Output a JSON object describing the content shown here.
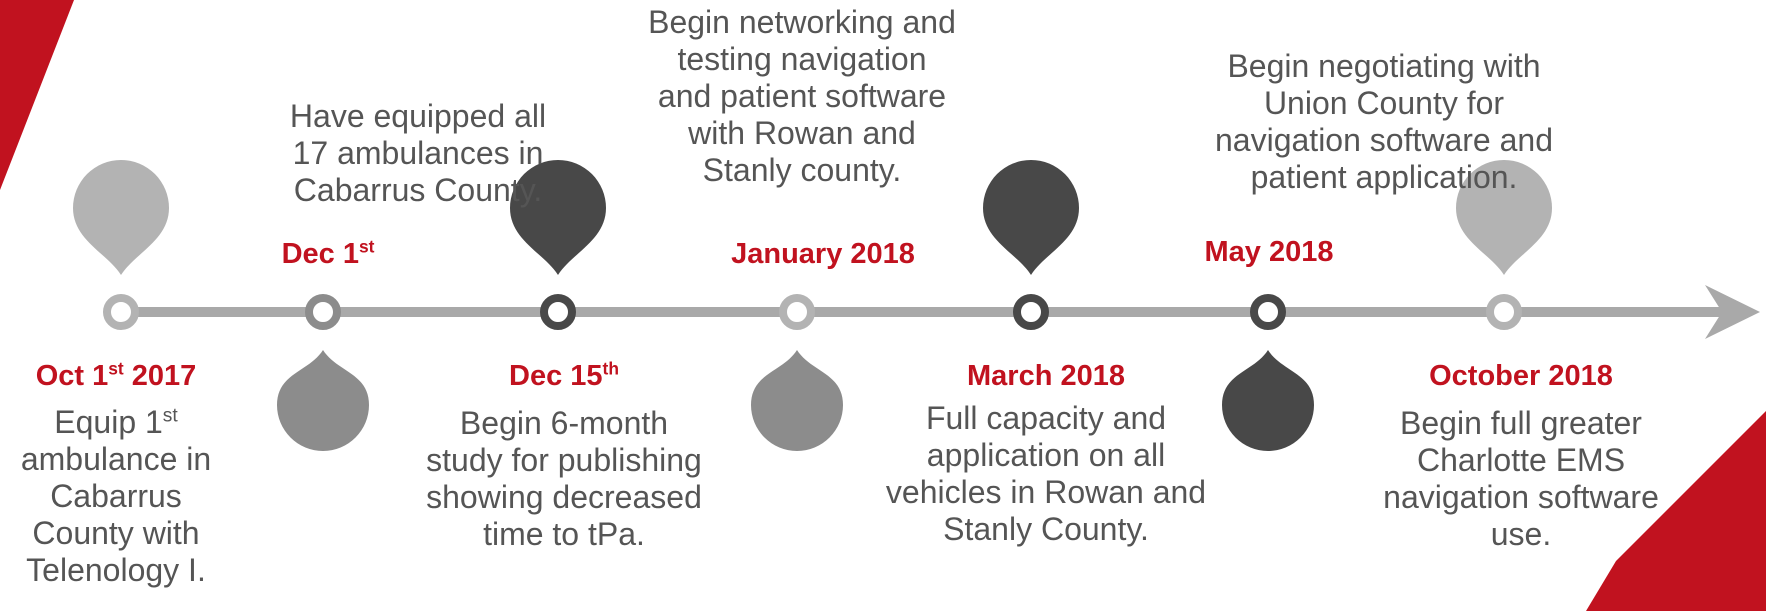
{
  "colors": {
    "accent_red": "#c1121f",
    "line_gray": "#a9a9a9",
    "light_gray": "#b3b3b3",
    "mid_gray": "#8c8c8c",
    "dark_gray": "#484848",
    "text_gray": "#555555"
  },
  "milestones": [
    {
      "date": [
        "Oct 1",
        "st",
        " 2017"
      ],
      "lines": [
        [
          "Equip 1",
          "st",
          ""
        ],
        [
          "ambulance in"
        ],
        [
          "Cabarrus"
        ],
        [
          "County with"
        ],
        [
          "Telenology I."
        ]
      ]
    },
    {
      "date": [
        "Dec 1",
        "st",
        ""
      ],
      "lines": [
        [
          "Have equipped all"
        ],
        [
          "17 ambulances in"
        ],
        [
          "Cabarrus County."
        ]
      ]
    },
    {
      "date": [
        "Dec 15",
        "th",
        ""
      ],
      "lines": [
        [
          "Begin 6-month"
        ],
        [
          "study for publishing"
        ],
        [
          "showing decreased"
        ],
        [
          "time to tPa."
        ]
      ]
    },
    {
      "date": [
        "January 2018"
      ],
      "lines": [
        [
          "Begin networking and"
        ],
        [
          "testing navigation"
        ],
        [
          "and patient software"
        ],
        [
          "with Rowan and"
        ],
        [
          "Stanly county."
        ]
      ]
    },
    {
      "date": [
        "March 2018"
      ],
      "lines": [
        [
          "Full capacity and"
        ],
        [
          "application on all"
        ],
        [
          "vehicles in Rowan and"
        ],
        [
          "Stanly County."
        ]
      ]
    },
    {
      "date": [
        "May 2018"
      ],
      "lines": [
        [
          "Begin negotiating with"
        ],
        [
          "Union County for"
        ],
        [
          "navigation software and"
        ],
        [
          "patient application."
        ]
      ]
    },
    {
      "date": [
        "October 2018"
      ],
      "lines": [
        [
          "Begin full greater"
        ],
        [
          "Charlotte EMS"
        ],
        [
          "navigation software"
        ],
        [
          "use."
        ]
      ]
    }
  ]
}
